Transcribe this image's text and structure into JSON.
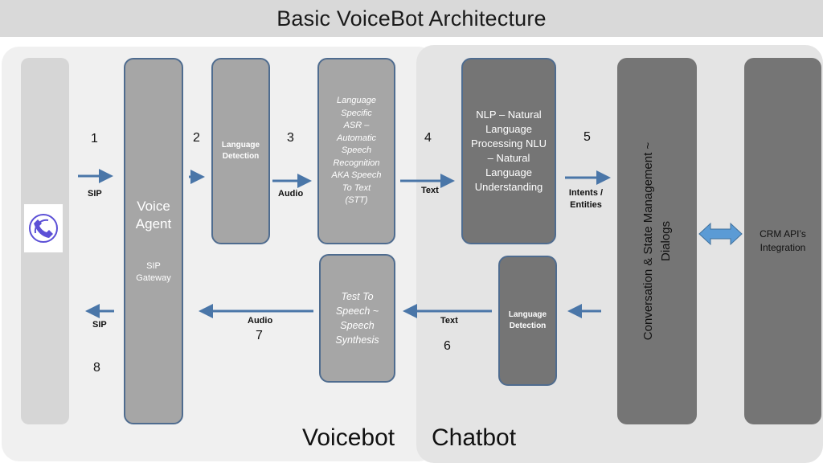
{
  "title": "Basic VoiceBot Architecture",
  "regions": {
    "voicebot": "Voicebot",
    "chatbot": "Chatbot"
  },
  "boxes": {
    "voice_agent": {
      "title": "Voice Agent",
      "subtitle": "SIP Gateway"
    },
    "lang_detect_1": "Language Detection",
    "asr": "Language Specific ASR – Automatic Speech Recognition AKA Speech To Text (STT)",
    "nlp": "NLP – Natural Language Processing NLU – Natural Language Understanding",
    "conversation": "Conversation & State Management ~ Dialogs",
    "crm": "CRM API’s Integration",
    "tts": "Test To Speech ~ Speech Synthesis",
    "lang_detect_2": "Language Detection"
  },
  "steps": [
    "1",
    "2",
    "3",
    "4",
    "5",
    "6",
    "7",
    "8"
  ],
  "flow_labels": {
    "sip_in": "SIP",
    "audio_in": "Audio",
    "text_in": "Text",
    "intents": "Intents / Entities",
    "text_out": "Text",
    "audio_out": "Audio",
    "sip_out": "SIP"
  },
  "icons": {
    "phone": "phone-call-icon"
  },
  "colors": {
    "arrow": "#4a76a8",
    "light_box": "#a6a6a6",
    "dark_box": "#757575",
    "icon": "#5b4fd6"
  }
}
